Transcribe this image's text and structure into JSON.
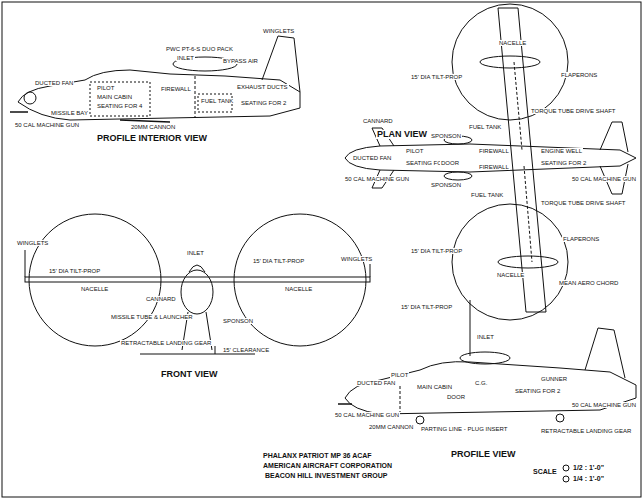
{
  "diagram": {
    "title": "PHALANX PATRIOT MP 36 ACAF",
    "labels": [
      "PWC PT-6-S DUO PACK",
      "WINGLETS",
      "INLET",
      "BYPASS AIR",
      "EXHAUST DUCTS",
      "PILOT",
      "DUCTED FAN",
      "MAIN CABIN",
      "SEATING FOR 4",
      "FIREWALL",
      "FUEL TANK",
      "SEATING FOR 2",
      "MISSILE BAY",
      "50 CAL MACHINE GUN",
      "20MM CANNON",
      "PROFILE INTERIOR VIEW",
      "15' DIA TILT-PROP",
      "NACELLE",
      "FLAPERONS",
      "TORQUE TUBE DRIVE SHAFT",
      "CANNARD",
      "FUEL TANK",
      "SPONSON",
      "DUCTED FAN",
      "50 CAL MACHINE GUN",
      "PILOT",
      "SEATING FOR 4",
      "DOOR",
      "FIREWALL",
      "ENGINE WELL",
      "SEATING FOR 2",
      "50 CAL MACHINE GUN",
      "FIREWALL",
      "SPONSON",
      "FUEL TANK",
      "TORQUE TUBE DRIVE SHAFT",
      "FLAPERONS",
      "15' DIA TILT-PROP",
      "NACELLE",
      "MEAN AERO CHORD",
      "PLAN VIEW",
      "WINGLETS",
      "15' DIA TILT-PROP",
      "NACELLE",
      "INLET",
      "15' DIA TILT-PROP",
      "NACELLE",
      "WINGLETS",
      "CANNARD",
      "MISSILE TUBE & LAUNCHER",
      "SPONSON",
      "RETRACTABLE LANDING GEAR",
      "15' CLEARANCE",
      "FRONT VIEW",
      "15' DIA TILT-PROP",
      "INLET",
      "DUCTED FAN",
      "PILOT",
      "MAIN CABIN",
      "C.G.",
      "DOOR",
      "GUNNER",
      "SEATING FOR 2",
      "50 CAL MACHINE GUN",
      "50 CAL MACHINE GUN",
      "20MM CANNON",
      "PARTING LINE - PLUG INSERT",
      "RETRACTABLE LANDING GEAR",
      "PROFILE VIEW",
      "AMERICAN AIRCRAFT CORPORATION",
      "BEACON HILL INVESTMENT GROUP",
      "SCALE",
      "1/2 : 1'-0\"",
      "1/4 : 1'-0\""
    ]
  }
}
